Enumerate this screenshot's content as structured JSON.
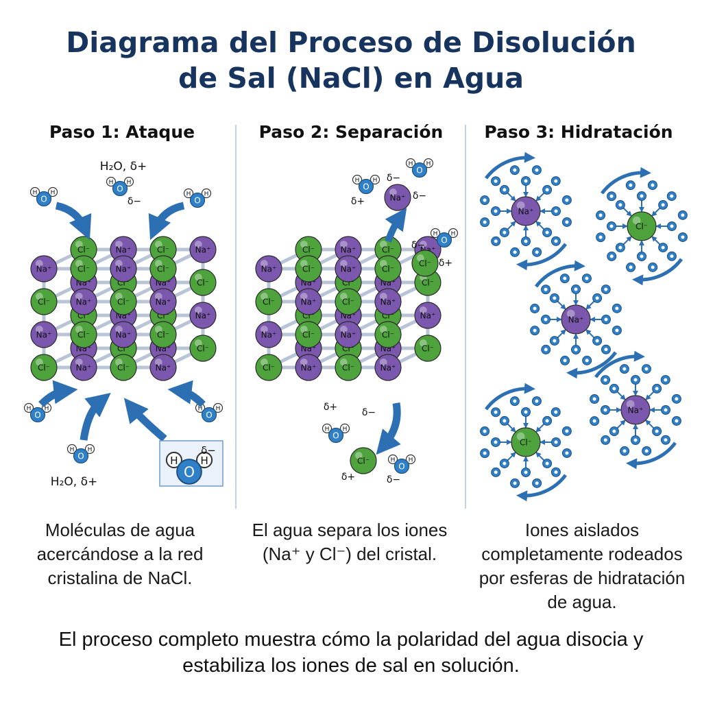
{
  "title_line1": "Diagrama del Proceso de Disolución",
  "title_line2": "de Sal (NaCl) en Agua",
  "steps": [
    {
      "title": "Paso 1: Ataque",
      "caption": "Moléculas de agua acercándose a la red cristalina de NaCl."
    },
    {
      "title": "Paso 2: Separación",
      "caption": "El agua separa los iones (Na⁺ y Cl⁻) del cristal."
    },
    {
      "title": "Paso 3: Hidratación",
      "caption": "Iones aislados completamente rodeados por esferas de hidratación de agua."
    }
  ],
  "summary": "El proceso completo muestra cómo la polaridad del agua disocia y estabiliza los iones de sal en solución.",
  "labels": {
    "na": "Na⁺",
    "cl": "Cl⁻",
    "water": "H₂O, δ+",
    "delta_minus": "δ−",
    "delta_plus": "δ+",
    "h": "H",
    "o": "O"
  },
  "colors": {
    "title": "#17345f",
    "sodium": "#7b58ad",
    "chlorine": "#4ea33d",
    "water": "#2f80c6",
    "arrow": "#2c6fb3",
    "lattice": "#b9c4d6"
  }
}
